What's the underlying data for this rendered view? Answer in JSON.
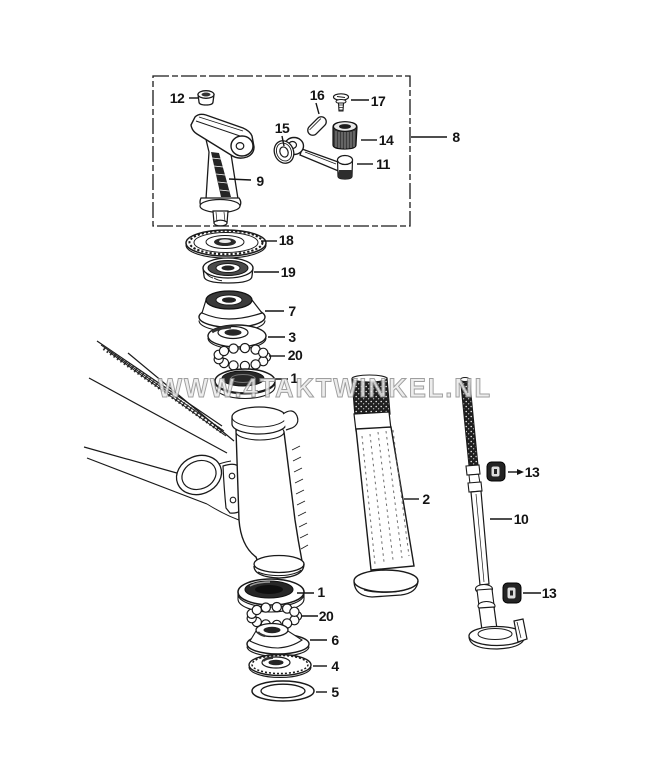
{
  "watermark": {
    "text": "WWW.4TAKTWINKEL.NL"
  },
  "callouts": {
    "c1a": "1",
    "c1b": "1",
    "c2": "2",
    "c3": "3",
    "c4": "4",
    "c5": "5",
    "c6": "6",
    "c7": "7",
    "c8": "8",
    "c9": "9",
    "c10": "10",
    "c11": "11",
    "c12": "12",
    "c13a": "13",
    "c13b": "13",
    "c14": "14",
    "c15": "15",
    "c16": "16",
    "c17": "17",
    "c18": "18",
    "c19": "19",
    "c20a": "20",
    "c20b": "20"
  }
}
